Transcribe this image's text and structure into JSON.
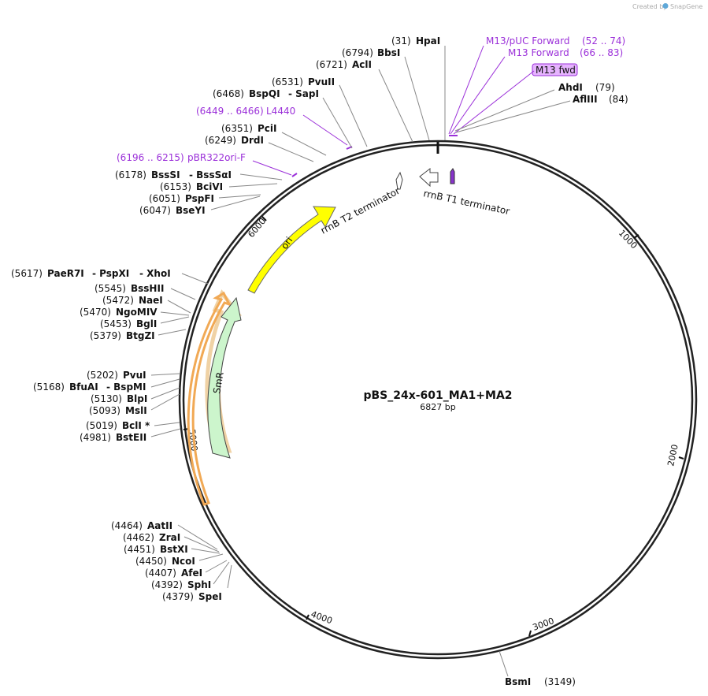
{
  "credit": {
    "created_by": "Created by",
    "brand": "SnapGene"
  },
  "plasmid": {
    "name": "pBS_24x-601_MA1+MA2",
    "length_label": "6827 bp"
  },
  "tick_labels": [
    "1000",
    "2000",
    "3000",
    "4000",
    "5000",
    "6000"
  ],
  "features": {
    "ori": "ori",
    "smr": "SmR",
    "rrnb_t2": "rrnB T2 terminator",
    "rrnb_t1": "rrnB T1 terminator",
    "m13_fwd": "M13 fwd"
  },
  "primers": {
    "m13_puc_forward": {
      "name": "M13/pUC Forward",
      "range": "(52 .. 74)"
    },
    "m13_forward": {
      "name": "M13 Forward",
      "range": "(66 .. 83)"
    },
    "l4440": {
      "range": "(6449 .. 6466)",
      "name": "L4440"
    },
    "pbr322ori": {
      "range": "(6196 .. 6215)",
      "name": "pBR322ori-F"
    }
  },
  "sites": {
    "hpai": {
      "pos": "(31)",
      "name": "HpaI"
    },
    "bbsi": {
      "pos": "(6794)",
      "name": "BbsI"
    },
    "acli": {
      "pos": "(6721)",
      "name": "AclI"
    },
    "ahdi": {
      "name": "AhdI",
      "pos": "(79)"
    },
    "aflii": {
      "name": "AflIII",
      "pos": "(84)"
    },
    "pvuii": {
      "pos": "(6531)",
      "name": "PvuII"
    },
    "bspqi": {
      "pos": "(6468)",
      "name": "BspQI",
      "alt": "- SapI"
    },
    "pcii": {
      "pos": "(6351)",
      "name": "PciI"
    },
    "drdi": {
      "pos": "(6249)",
      "name": "DrdI"
    },
    "bsssi": {
      "pos": "(6178)",
      "name": "BssSI",
      "alt": "- BssSαI"
    },
    "bcivi": {
      "pos": "(6153)",
      "name": "BciVI"
    },
    "pspfi": {
      "pos": "(6051)",
      "name": "PspFI"
    },
    "bseyi": {
      "pos": "(6047)",
      "name": "BseYI"
    },
    "paer7i": {
      "pos": "(5617)",
      "name": "PaeR7I",
      "alt1": "- PspXI",
      "alt2": "- XhoI"
    },
    "bsshii": {
      "pos": "(5545)",
      "name": "BssHII"
    },
    "naei": {
      "pos": "(5472)",
      "name": "NaeI"
    },
    "ngomiv": {
      "pos": "(5470)",
      "name": "NgoMIV"
    },
    "bgli": {
      "pos": "(5453)",
      "name": "BglI"
    },
    "btgzi": {
      "pos": "(5379)",
      "name": "BtgZI"
    },
    "pvui": {
      "pos": "(5202)",
      "name": "PvuI"
    },
    "bfuai": {
      "pos": "(5168)",
      "name": "BfuAI",
      "alt": "- BspMI"
    },
    "blpi": {
      "pos": "(5130)",
      "name": "BlpI"
    },
    "msli": {
      "pos": "(5093)",
      "name": "MslI"
    },
    "bcli": {
      "pos": "(5019)",
      "name": "BclI *"
    },
    "bsteii": {
      "pos": "(4981)",
      "name": "BstEII"
    },
    "aatii": {
      "pos": "(4464)",
      "name": "AatII"
    },
    "zrai": {
      "pos": "(4462)",
      "name": "ZraI"
    },
    "bstxi": {
      "pos": "(4451)",
      "name": "BstXI"
    },
    "ncoi": {
      "pos": "(4450)",
      "name": "NcoI"
    },
    "afei": {
      "pos": "(4407)",
      "name": "AfeI"
    },
    "sphi": {
      "pos": "(4392)",
      "name": "SphI"
    },
    "spei": {
      "pos": "(4379)",
      "name": "SpeI"
    },
    "bsmi": {
      "name": "BsmI",
      "pos": "(3149)"
    }
  },
  "colors": {
    "ori": "#ffff00",
    "smr": "#ccf5cc",
    "primer": "#9b30d9",
    "orf": "#f5a742"
  }
}
